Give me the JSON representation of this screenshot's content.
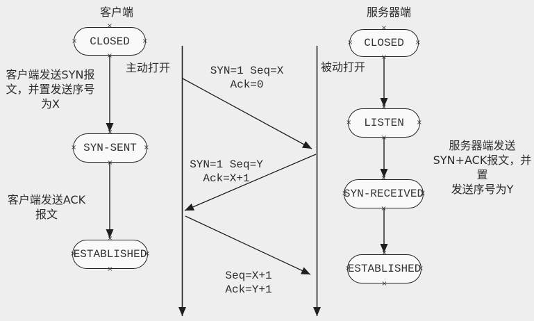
{
  "colors": {
    "background": "#eeeeef",
    "node_fill": "#f9f9f9",
    "line": "#1f1f1f",
    "text": "#2b2b2b"
  },
  "client": {
    "title": "客户端",
    "open_label": "主动打开",
    "states": [
      {
        "label": "CLOSED"
      },
      {
        "label": "SYN-SENT"
      },
      {
        "label": "ESTABLISHED"
      }
    ],
    "annotations": [
      {
        "text": "客户端发送SYN报\n文，并置发送序号\n为X"
      },
      {
        "text": "客户端发送ACK\n报文"
      }
    ]
  },
  "server": {
    "title": "服务器端",
    "open_label": "被动打开",
    "states": [
      {
        "label": "CLOSED"
      },
      {
        "label": "LISTEN"
      },
      {
        "label": "SYN-RECEIVED"
      },
      {
        "label": "ESTABLISHED"
      }
    ],
    "annotations": [
      {
        "text": "服务器端发送\nSYN+ACK报文，并置\n发送序号为Y"
      }
    ]
  },
  "messages": [
    {
      "label": "SYN=1 Seq=X Ack=0"
    },
    {
      "label": "SYN=1 Seq=Y\nAck=X+1"
    },
    {
      "label": "Seq=X+1 Ack=Y+1"
    }
  ]
}
